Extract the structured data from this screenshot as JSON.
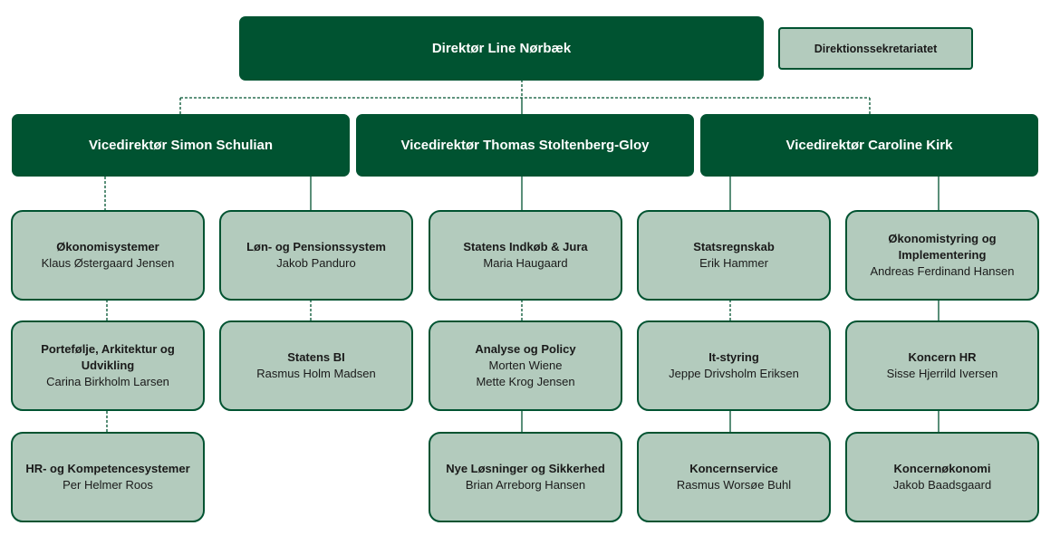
{
  "director": "Direktør Line Nørbæk",
  "secretariat": "Direktionssekretariatet",
  "vice": [
    "Vicedirektør Simon Schulian",
    "Vicedirektør Thomas Stoltenberg-Gloy",
    "Vicedirektør Caroline Kirk"
  ],
  "units": [
    [
      {
        "title": "Økonomisystemer",
        "names": [
          "Klaus Østergaard Jensen"
        ]
      },
      {
        "title": "Portefølje, Arkitektur og Udvikling",
        "names": [
          "Carina Birkholm Larsen"
        ]
      },
      {
        "title": "HR- og Kompetencesystemer",
        "names": [
          "Per Helmer Roos"
        ]
      }
    ],
    [
      {
        "title": "Løn- og Pensionssystem",
        "names": [
          "Jakob Panduro"
        ]
      },
      {
        "title": "Statens BI",
        "names": [
          "Rasmus Holm Madsen"
        ]
      }
    ],
    [
      {
        "title": "Statens Indkøb & Jura",
        "names": [
          "Maria Haugaard"
        ]
      },
      {
        "title": "Analyse og Policy",
        "names": [
          "Morten Wiene",
          "Mette Krog Jensen"
        ]
      },
      {
        "title": "Nye Løsninger og Sikkerhed",
        "names": [
          "Brian Arreborg Hansen"
        ]
      }
    ],
    [
      {
        "title": "Statsregnskab",
        "names": [
          "Erik Hammer"
        ]
      },
      {
        "title": "It-styring",
        "names": [
          "Jeppe Drivsholm Eriksen"
        ]
      },
      {
        "title": "Koncernservice",
        "names": [
          "Rasmus Worsøe Buhl"
        ]
      }
    ],
    [
      {
        "title": "Økonomistyring og Implementering",
        "names": [
          "Andreas Ferdinand Hansen"
        ]
      },
      {
        "title": "Koncern HR",
        "names": [
          "Sisse Hjerrild Iversen"
        ]
      },
      {
        "title": "Koncernøkonomi",
        "names": [
          "Jakob Baadsgaard"
        ]
      }
    ]
  ]
}
